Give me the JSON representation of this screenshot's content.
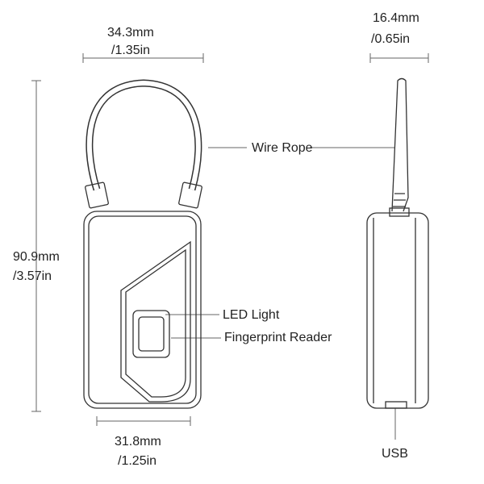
{
  "dimensions": {
    "width_top": {
      "mm": "34.3mm",
      "in": "/1.35in"
    },
    "depth_top": {
      "mm": "16.4mm",
      "in": "/0.65in"
    },
    "height": {
      "mm": "90.9mm",
      "in": "/3.57in"
    },
    "width_bottom": {
      "mm": "31.8mm",
      "in": "/1.25in"
    }
  },
  "labels": {
    "wire_rope": "Wire Rope",
    "led_light": "LED Light",
    "fingerprint_reader": "Fingerprint Reader",
    "usb": "USB"
  }
}
